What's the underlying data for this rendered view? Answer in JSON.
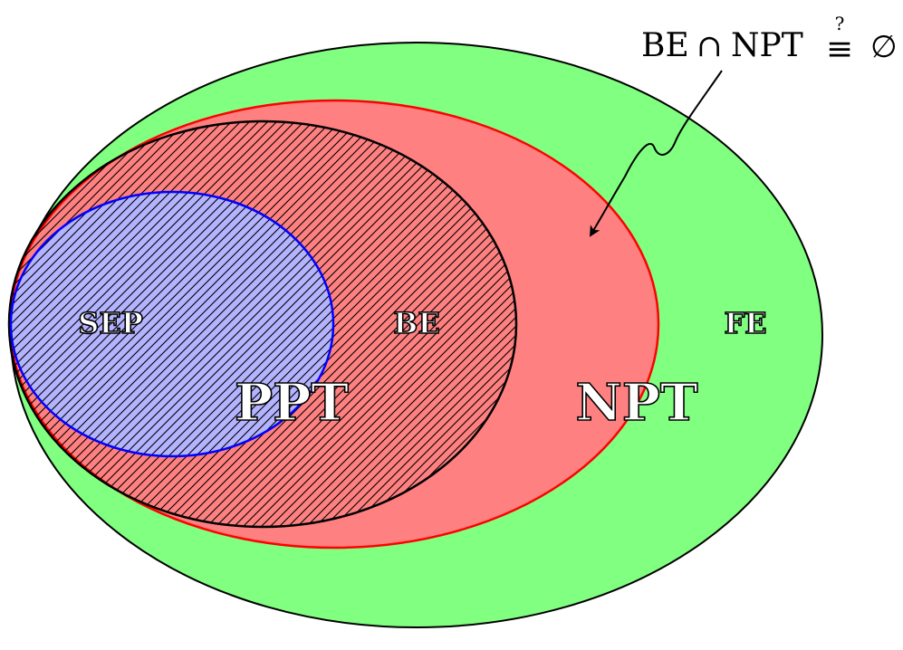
{
  "regions": [
    {
      "id": "fe",
      "label": "FE",
      "fill": "#80ff80",
      "stroke": "#000000"
    },
    {
      "id": "npt",
      "label": "NPT",
      "fill": "#ff8080",
      "stroke": "#ff0000"
    },
    {
      "id": "be",
      "label": "BE",
      "fill": "hatched",
      "stroke": "#000000"
    },
    {
      "id": "sep",
      "label": "SEP",
      "fill": "#b3b3ff",
      "stroke": "#0000ff"
    }
  ],
  "labels": {
    "sep": "SEP",
    "be": "BE",
    "fe": "FE",
    "ppt": "PPT",
    "npt": "NPT"
  },
  "annotation": {
    "lhs": "BE",
    "cap": "∩",
    "rhs": "NPT",
    "question": "?",
    "equiv": "≡",
    "empty_set": "∅"
  },
  "colors": {
    "fe_fill": "#80ff80",
    "npt_fill": "#ff8080",
    "npt_stroke": "#ff0000",
    "sep_fill": "#b3b3ff",
    "sep_stroke": "#0000ff",
    "outline": "#000000"
  }
}
